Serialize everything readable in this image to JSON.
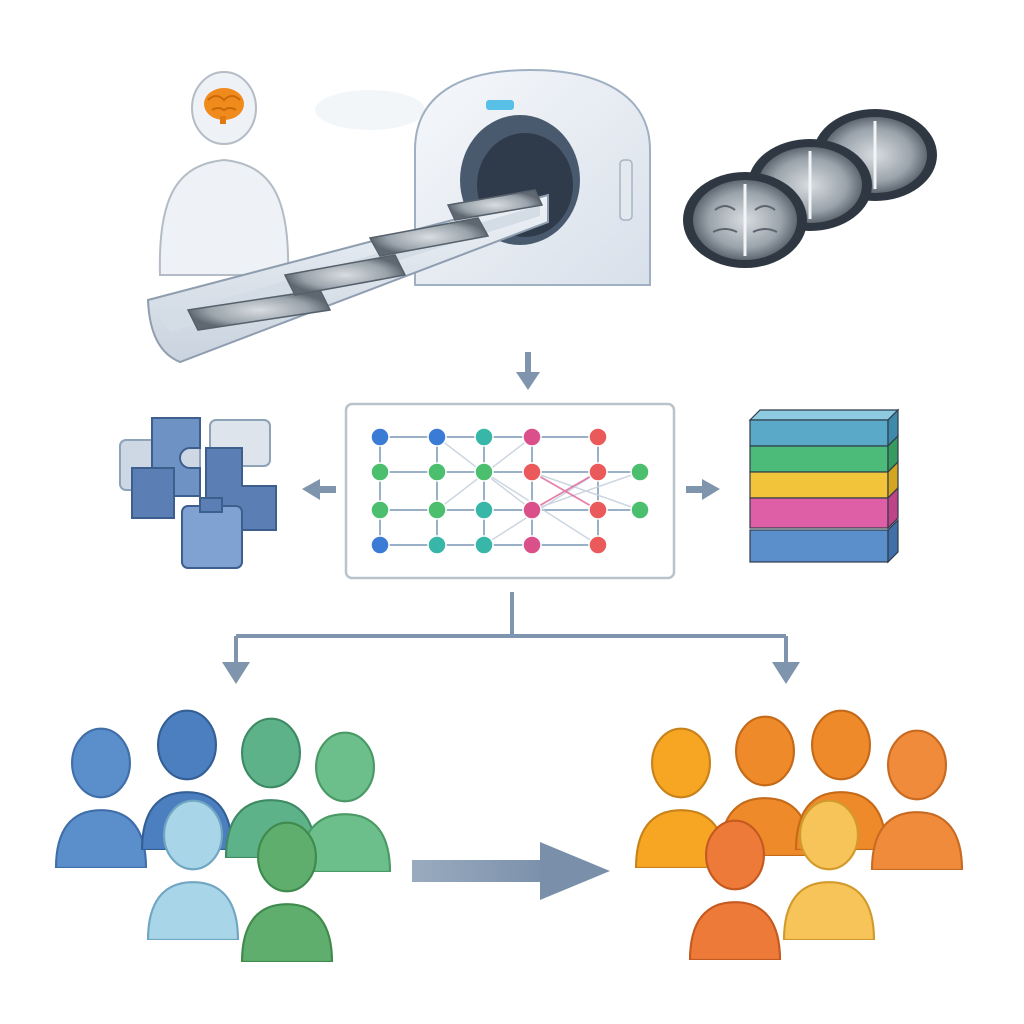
{
  "diagram": {
    "stages": [
      {
        "name": "patient-with-brain-scan"
      },
      {
        "name": "mri-scanner-with-slices"
      },
      {
        "name": "brain-scan-slices"
      },
      {
        "name": "neural-network"
      },
      {
        "name": "modular-feature-blocks"
      },
      {
        "name": "layered-data-stack"
      },
      {
        "name": "cool-color-population"
      },
      {
        "name": "warm-color-population"
      }
    ]
  },
  "colors": {
    "brain": "#f08a1c",
    "scanner": "#e9eef6",
    "scan_slice": "#8a949e",
    "frame_border": "#b9c3cc",
    "arrow": "#7f94ad",
    "node_blue": "#3a7bd5",
    "node_teal": "#38b6a8",
    "node_green": "#4cbf6e",
    "node_pink": "#d9508a",
    "node_red": "#ea5a5a",
    "stack": [
      "#5aa9c9",
      "#4cba78",
      "#f2c43a",
      "#df5fa6",
      "#5b8fcc"
    ],
    "cool_people": [
      "#5b8fcc",
      "#4c7fc0",
      "#5eb28a",
      "#6cbf8a",
      "#a8d5e8",
      "#5fae6e"
    ],
    "warm_people": [
      "#f6a623",
      "#ef8a2a",
      "#ef8a2a",
      "#f08b3c",
      "#ee7a3a",
      "#f7c45a"
    ]
  },
  "icons": [
    "person-icon",
    "brain-icon",
    "mri-scanner-icon",
    "brain-slice-icon",
    "neural-network-icon",
    "puzzle-blocks-icon",
    "stack-icon",
    "group-icon",
    "arrow-icon"
  ]
}
